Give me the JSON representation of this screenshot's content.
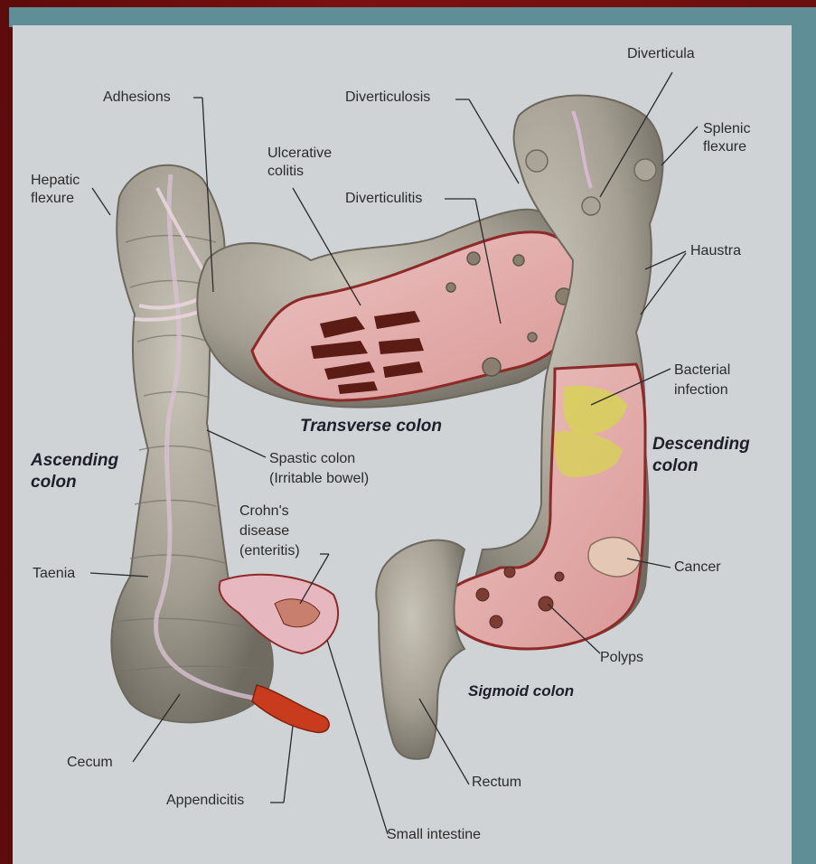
{
  "colors": {
    "frame": "#6b0f0f",
    "band": "#5f8e96",
    "background": "#cfd3d6",
    "colon_gray": "#a7a294",
    "mucosa_pink": "#e7b7b5",
    "ulcer_dark": "#5a1c14",
    "appendix_red": "#c83b1c",
    "infection_yellow": "#d8cf5c"
  },
  "labels": {
    "adhesions": "Adhesions",
    "hepatic_flexure_1": "Hepatic",
    "hepatic_flexure_2": "flexure",
    "ulcerative_colitis_1": "Ulcerative",
    "ulcerative_colitis_2": "colitis",
    "diverticulosis": "Diverticulosis",
    "diverticulitis": "Diverticulitis",
    "diverticula": "Diverticula",
    "splenic_flexure_1": "Splenic",
    "splenic_flexure_2": "flexure",
    "haustra": "Haustra",
    "bacterial_infection_1": "Bacterial",
    "bacterial_infection_2": "infection",
    "spastic_colon_1": "Spastic colon",
    "spastic_colon_2": "(Irritable bowel)",
    "crohns_1": "Crohn's",
    "crohns_2": "disease",
    "crohns_3": "(enteritis)",
    "taenia": "Taenia",
    "cancer": "Cancer",
    "polyps": "Polyps",
    "cecum": "Cecum",
    "appendicitis": "Appendicitis",
    "rectum": "Rectum",
    "small_intestine": "Small intestine"
  },
  "regions": {
    "transverse_colon": "Transverse colon",
    "ascending_colon_1": "Ascending",
    "ascending_colon_2": "colon",
    "descending_colon_1": "Descending",
    "descending_colon_2": "colon",
    "sigmoid_colon": "Sigmoid colon"
  }
}
